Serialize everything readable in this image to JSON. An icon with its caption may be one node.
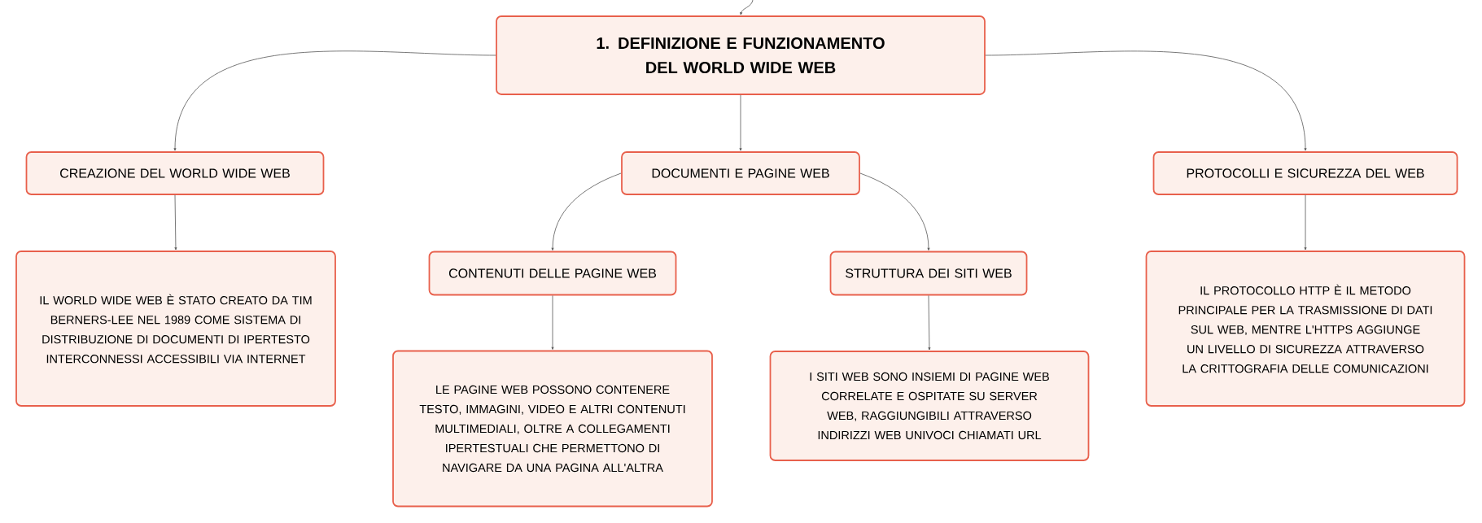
{
  "diagram": {
    "nodes": [
      {
        "text": [
          "1. DEFINIZIONE E FUNZIONAMENTO DEL WORLD WIDE WEB"
        ]
      },
      {
        "text": [
          "CREAZIONE DEL WORLD WIDE WEB"
        ]
      },
      {
        "text": [
          "DOCUMENTI E PAGINE WEB"
        ]
      },
      {
        "text": [
          "PROTOCOLLI E SICUREZZA DEL WEB"
        ]
      },
      {
        "text": [
          "IL WORLD WIDE WEB È STATO CREATO DA TIM BERNERS-LEE NEL 1989 COME SISTEMA DI DISTRIBUZIONE DI DOCUMENTI DI IPERTESTO INTERCONNESSI ACCESSIBILI VIA INTERNET"
        ]
      },
      {
        "text": [
          "CONTENUTI DELLE PAGINE WEB"
        ]
      },
      {
        "text": [
          "STRUTTURA DEI SITI WEB"
        ]
      },
      {
        "text": [
          "IL PROTOCOLLO HTTP È IL METODO PRINCIPALE PER LA TRASMISSIONE DI DATI SUL WEB, MENTRE L'HTTPS AGGIUNGE UN LIVELLO DI SICUREZZA ATTRAVERSO LA CRITTOGRAFIA DELLE COMUNICAZIONI"
        ]
      },
      {
        "text": [
          "LE PAGINE WEB POSSONO CONTENERE TESTO, IMMAGINI, VIDEO E ALTRI CONTENUTI MULTIMEDIALI, OLTRE A COLLEGAMENTI IPERTESTUALI CHE PERMETTONO DI NAVIGARE DA UNA PAGINA ALL'ALTRA"
        ]
      },
      {
        "text": [
          "I SITI WEB SONO INSIEMI DI PAGINE WEB CORRELATE E OSPITATE SU SERVER WEB, RAGGIUNGIBILI ATTRAVERSO INDIRIZZI WEB UNIVOCI CHIAMATI URL"
        ]
      }
    ],
    "edges": [
      {
        "from": null,
        "to": 0,
        "arrow": "to"
      },
      {
        "from": 0,
        "to": 1,
        "arrow": "to"
      },
      {
        "from": 0,
        "to": 2,
        "arrow": "to"
      },
      {
        "from": 0,
        "to": 3,
        "arrow": "to"
      },
      {
        "from": 1,
        "to": 4,
        "arrow": "to"
      },
      {
        "from": 2,
        "to": 5,
        "arrow": "to"
      },
      {
        "from": 2,
        "to": 6,
        "arrow": "to"
      },
      {
        "from": 3,
        "to": 7,
        "arrow": "to"
      },
      {
        "from": 5,
        "to": 8,
        "arrow": "to"
      },
      {
        "from": 6,
        "to": 9,
        "arrow": "to"
      }
    ]
  }
}
